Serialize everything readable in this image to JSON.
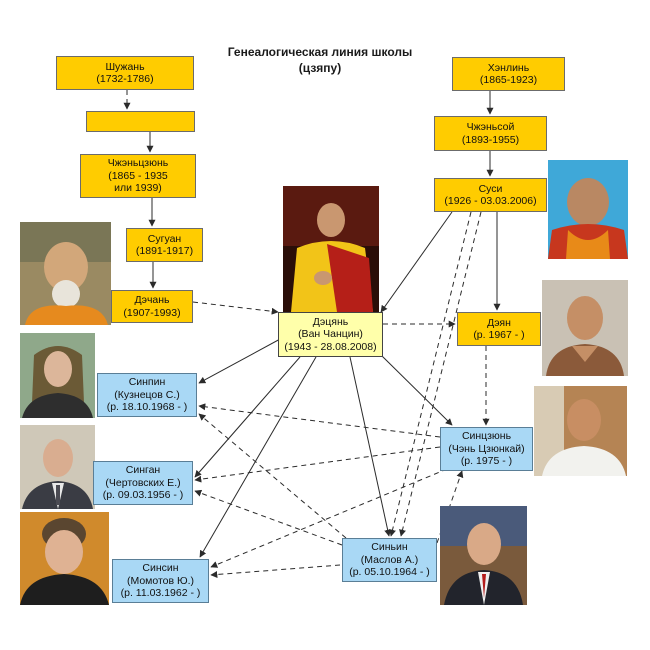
{
  "title": {
    "line1": "Генеалогическая линия школы",
    "line2": "(цзяпу)"
  },
  "nodes": {
    "shuzhan": {
      "name": "Шужань",
      "dates": "(1732-1786)"
    },
    "unknown": {
      "name": ""
    },
    "chzhentszyun": {
      "name": "Чжэньцзюнь",
      "dates1": "(1865 - 1935",
      "dates2": "или 1939)"
    },
    "suguan": {
      "name": "Сугуан",
      "dates": "(1891-1917)"
    },
    "dechan": {
      "name": "Дэчань",
      "dates": "(1907-1993)"
    },
    "khenlin": {
      "name": "Хэнлинь",
      "dates": "(1865-1923)"
    },
    "chzhensoy": {
      "name": "Чжэньсой",
      "dates": "(1893-1955)"
    },
    "susi": {
      "name": "Суси",
      "dates": "(1926 - 03.03.2006)"
    },
    "detsyan": {
      "name": "Дэцянь",
      "alias": "(Ван Чанцин)",
      "dates": "(1943 - 28.08.2008)"
    },
    "deyan": {
      "name": "Дэян",
      "dates": "(р. 1967 - )"
    },
    "sinpin": {
      "name": "Синпин",
      "alias": "(Кузнецов С.)",
      "dates": "(р. 18.10.1968 - )"
    },
    "sintszyun": {
      "name": "Синцзюнь",
      "alias": "(Чэнь Цзюнкай)",
      "dates": "(р. 1975 - )"
    },
    "singan": {
      "name": "Синган",
      "alias": "(Чертовских Е.)",
      "dates": "(р. 09.03.1956 - )"
    },
    "sinin": {
      "name": "Синьин",
      "alias": "(Маслов А.)",
      "dates": "(р. 05.10.1964 - )"
    },
    "sinsin": {
      "name": "Синсин",
      "alias": "(Момотов Ю.)",
      "dates": "(р. 11.03.1962 - )"
    }
  },
  "colors": {
    "ancestor": "#ffcc00",
    "master": "#ffffaa",
    "disciple": "#a9d8f5",
    "line": "#2b2b2b"
  },
  "edges": [
    {
      "from": "shuzhan",
      "to": "unknown",
      "style": "dashed"
    },
    {
      "from": "unknown",
      "to": "chzhentszyun",
      "style": "solid"
    },
    {
      "from": "chzhentszyun",
      "to": "suguan",
      "style": "solid"
    },
    {
      "from": "suguan",
      "to": "dechan",
      "style": "solid"
    },
    {
      "from": "dechan",
      "to": "detsyan",
      "style": "dashed"
    },
    {
      "from": "khenlin",
      "to": "chzhensoy",
      "style": "solid"
    },
    {
      "from": "chzhensoy",
      "to": "susi",
      "style": "solid"
    },
    {
      "from": "susi",
      "to": "detsyan",
      "style": "solid"
    },
    {
      "from": "susi",
      "to": "deyan",
      "style": "solid"
    },
    {
      "from": "susi",
      "to": "sinin",
      "style": "dashed"
    },
    {
      "from": "susi",
      "to": "sinin",
      "style": "dashed"
    },
    {
      "from": "detsyan",
      "to": "deyan",
      "style": "dashed"
    },
    {
      "from": "deyan",
      "to": "sintszyun",
      "style": "dashed"
    },
    {
      "from": "detsyan",
      "to": "sinpin",
      "style": "solid"
    },
    {
      "from": "detsyan",
      "to": "singan",
      "style": "solid"
    },
    {
      "from": "detsyan",
      "to": "sinsin",
      "style": "solid"
    },
    {
      "from": "detsyan",
      "to": "sinin",
      "style": "solid"
    },
    {
      "from": "detsyan",
      "to": "sintszyun",
      "style": "solid"
    },
    {
      "from": "sintszyun",
      "to": "sinpin",
      "style": "dashed"
    },
    {
      "from": "sintszyun",
      "to": "singan",
      "style": "dashed"
    },
    {
      "from": "sintszyun",
      "to": "sinsin",
      "style": "dashed"
    },
    {
      "from": "sinin",
      "to": "sinpin",
      "style": "dashed"
    },
    {
      "from": "sinin",
      "to": "singan",
      "style": "dashed"
    },
    {
      "from": "sinin",
      "to": "sinsin",
      "style": "dashed"
    },
    {
      "from": "sinin",
      "to": "sintszyun",
      "style": "dashed"
    }
  ],
  "photos": [
    {
      "id": "photo-suguan",
      "subject": "smiling elderly monk with white beard"
    },
    {
      "id": "photo-detsyan",
      "subject": "monk in yellow and red robe"
    },
    {
      "id": "photo-susi",
      "subject": "elderly monk in orange robe"
    },
    {
      "id": "photo-deyan",
      "subject": "monk with shaved head"
    },
    {
      "id": "photo-sinpin",
      "subject": "man with long hair"
    },
    {
      "id": "photo-singan",
      "subject": "man in suit and tie"
    },
    {
      "id": "photo-sinsin",
      "subject": "man with curly hair"
    },
    {
      "id": "photo-sintszyun",
      "subject": "man in white shirt"
    },
    {
      "id": "photo-sinin",
      "subject": "man in suit with red tie"
    }
  ]
}
